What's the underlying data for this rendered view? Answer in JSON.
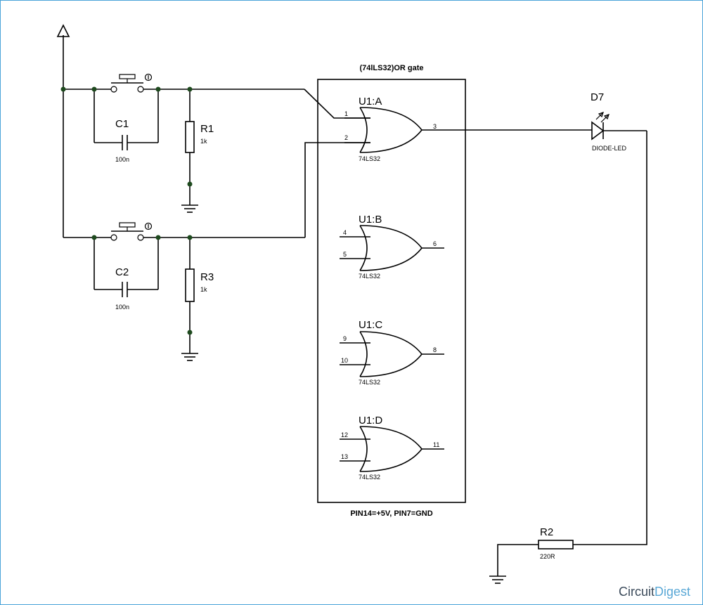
{
  "ic": {
    "title": "(74lLS32)OR gate",
    "footer": "PIN14=+5V, PIN7=GND"
  },
  "gates": [
    {
      "name": "U1:A",
      "part": "74LS32",
      "in1": "1",
      "in2": "2",
      "out": "3"
    },
    {
      "name": "U1:B",
      "part": "74LS32",
      "in1": "4",
      "in2": "5",
      "out": "6"
    },
    {
      "name": "U1:C",
      "part": "74LS32",
      "in1": "9",
      "in2": "10",
      "out": "8"
    },
    {
      "name": "U1:D",
      "part": "74LS32",
      "in1": "12",
      "in2": "13",
      "out": "11"
    }
  ],
  "components": {
    "c1": {
      "ref": "C1",
      "value": "100n"
    },
    "c2": {
      "ref": "C2",
      "value": "100n"
    },
    "r1": {
      "ref": "R1",
      "value": "1k"
    },
    "r3": {
      "ref": "R3",
      "value": "1k"
    },
    "r2": {
      "ref": "R2",
      "value": "220R"
    },
    "d7": {
      "ref": "D7",
      "value": "DIODE-LED"
    }
  },
  "logo": {
    "part1": "Circuit",
    "part2": "Digest"
  }
}
